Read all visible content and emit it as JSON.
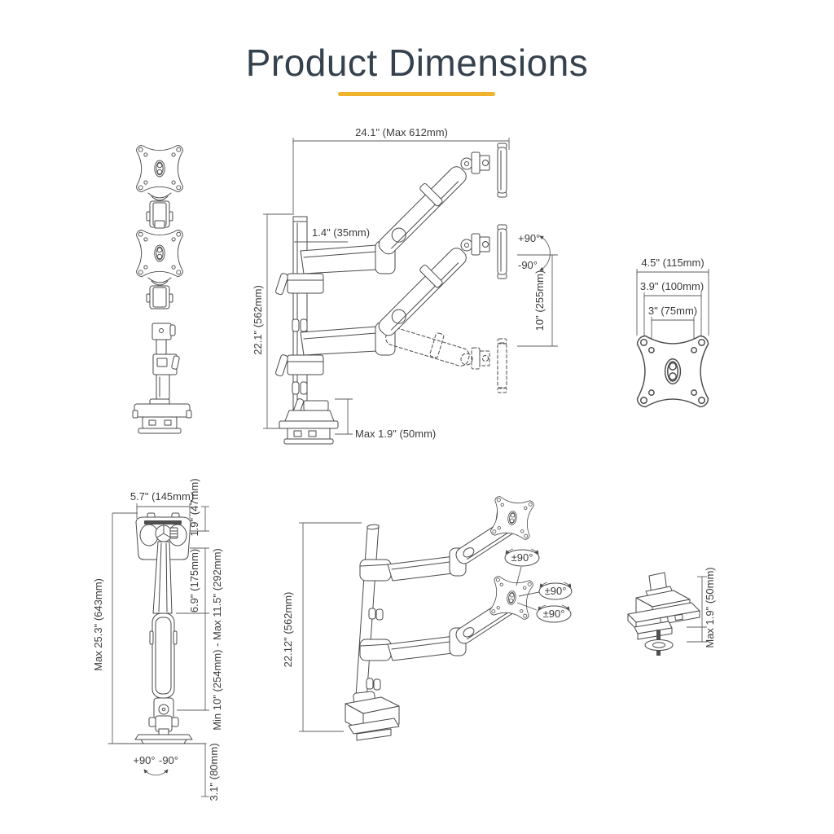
{
  "page": {
    "title": "Product Dimensions"
  },
  "colors": {
    "title_text": "#35424E",
    "accent_underline": "#EFB32C",
    "line_art": "#4A4A4A"
  },
  "diagrams": {
    "side_view": {
      "max_width": "24.1\" (Max 612mm)",
      "pole_offset": "1.4\" (35mm)",
      "pole_height": "22.1\" (562mm)",
      "base_clearance": "Max 1.9\" (50mm)",
      "tilt_up": "+90°",
      "tilt_down": "-90°",
      "vertical_range": "10\" (255mm)"
    },
    "vesa_plate": {
      "plate_width": "4.5\" (115mm)",
      "vesa_100": "3.9\" (100mm)",
      "vesa_75": "3\" (75mm)"
    },
    "arm_front": {
      "head_width": "5.7\" (145mm)",
      "head_depth": "1.9\" (47mm)",
      "upper_arm": "6.9\" (175mm)",
      "max_height": "Max 25.3\" (643mm)",
      "arm_range": "Min 10\" (254mm) - Max 11.5\" (292mm)",
      "swivel_pos": "+90°",
      "swivel_neg": "-90°",
      "base_depth": "3.1\" (80mm)"
    },
    "perspective_view": {
      "pole_height": "22.12\" (562mm)",
      "rotation_top": "±90°",
      "rotation_mid": "±90°",
      "rotation_bottom": "±90°"
    },
    "clamp_view": {
      "desk_thickness": "Max 1.9\" (50mm)"
    }
  }
}
